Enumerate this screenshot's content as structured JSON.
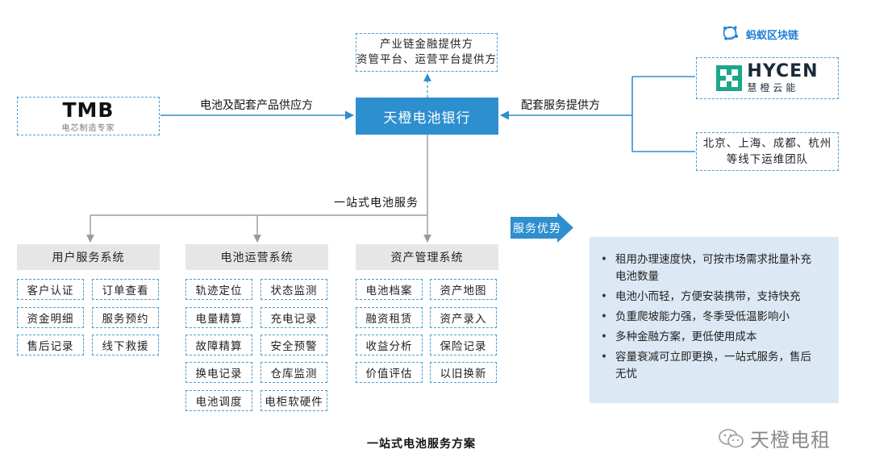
{
  "center": {
    "label": "天橙电池银行"
  },
  "top_box": {
    "line1": "产业链金融提供方",
    "line2": "资管平台、运营平台提供方"
  },
  "left_partner": {
    "logo_text": "TMB",
    "subtitle": "电芯制造专家"
  },
  "left_edge_label": "电池及配套产品供应方",
  "right_edge_label": "配套服务提供方",
  "ant_logo": {
    "label": "蚂蚁区块链"
  },
  "hycen": {
    "logo_text": "HYCEN",
    "subtitle": "慧橙云能"
  },
  "offline_team": {
    "line1": "北京、上海、成都、杭州",
    "line2": "等线下运维团队"
  },
  "mid_label": "一站式电池服务",
  "systems": [
    {
      "title": "用户服务系统",
      "items": [
        "客户认证",
        "订单查看",
        "资金明细",
        "服务预约",
        "售后记录",
        "线下救援"
      ]
    },
    {
      "title": "电池运营系统",
      "items": [
        "轨迹定位",
        "状态监测",
        "电量精算",
        "充电记录",
        "故障精算",
        "安全预警",
        "换电记录",
        "仓库监测",
        "电池调度",
        "电柜软硬件"
      ]
    },
    {
      "title": "资产管理系统",
      "items": [
        "电池档案",
        "资产地图",
        "融资租赁",
        "资产录入",
        "收益分析",
        "保险记录",
        "价值评估",
        "以旧换新"
      ]
    }
  ],
  "advantage_tag": "服务优势",
  "advantages": [
    "租用办理速度快，可按市场需求批量补充电池数量",
    "电池小而轻，方便安装携带，支持快充",
    "负重爬坡能力强，冬季受低温影响小",
    "多种金融方案，更低使用成本",
    "容量衰减可立即更换，一站式服务，售后无忧"
  ],
  "caption": "一站式电池服务方案",
  "watermark": "天橙电租",
  "colors": {
    "primary_blue": "#2e8fce",
    "dashed_border": "#4a9fd0",
    "line_gray": "#9a9a9a",
    "panel_bg": "#dce8f4",
    "header_gray": "#e6e6e6"
  }
}
